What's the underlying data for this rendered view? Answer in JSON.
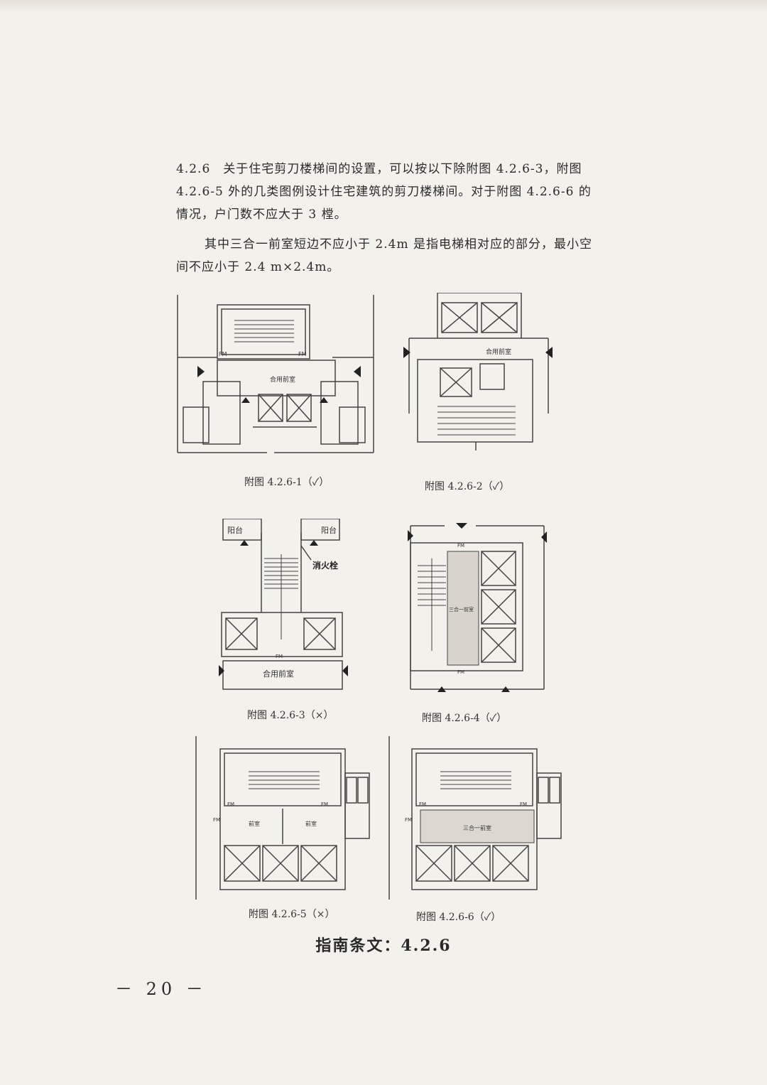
{
  "clause": {
    "para1": "4.2.6　关于住宅剪刀楼梯间的设置，可以按以下除附图 4.2.6-3，附图 4.2.6-5 外的几类图例设计住宅建筑的剪刀楼梯间。对于附图 4.2.6-6 的情况，户门数不应大于 3 樘。",
    "para2": "其中三合一前室短边不应小于 2.4m 是指电梯相对应的部分，最小空间不应小于 2.4 m×2.4m。"
  },
  "figures": [
    {
      "caption": "附图 4.2.6-1（✓）",
      "labels": [
        "合用前室",
        "FM",
        "FM"
      ]
    },
    {
      "caption": "附图 4.2.6-2（✓）",
      "labels": [
        "合用前室"
      ]
    },
    {
      "caption": "附图 4.2.6-3（×）",
      "labels": [
        "阳台",
        "阳台",
        "消火栓",
        "合用前室",
        "FM"
      ]
    },
    {
      "caption": "附图 4.2.6-4（✓）",
      "labels": [
        "FM",
        "FM",
        "三合一前室"
      ]
    },
    {
      "caption": "附图 4.2.6-5（×）",
      "labels": [
        "前室",
        "前室",
        "FM",
        "FM",
        "FM"
      ]
    },
    {
      "caption": "附图 4.2.6-6（✓）",
      "labels": [
        "三合一前室",
        "FM",
        "FM",
        "FM"
      ]
    }
  ],
  "guide_title": "指南条文：4.2.6",
  "page_number": "－ 20 －"
}
